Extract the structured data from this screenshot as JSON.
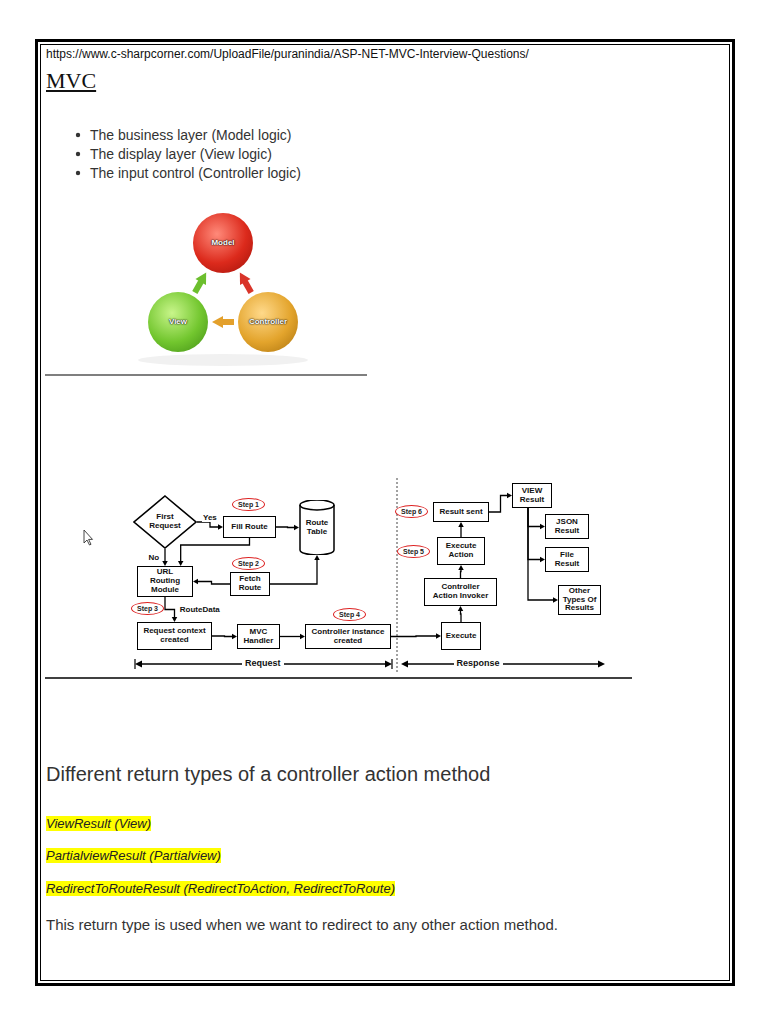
{
  "diagram": {
    "title": "MVC",
    "nodes": [
      {
        "text": [
          "Model"
        ]
      },
      {
        "text": [
          "View"
        ]
      },
      {
        "text": [
          "Controller"
        ]
      },
      {
        "text": [
          "First Request"
        ]
      },
      {
        "text": [
          "Fill Route"
        ]
      },
      {
        "text": [
          "Route Table"
        ]
      },
      {
        "text": [
          "URL Routing Module"
        ]
      },
      {
        "text": [
          "Fetch Route"
        ]
      },
      {
        "text": [
          "Request context created"
        ]
      },
      {
        "text": [
          "MVC Handler"
        ]
      },
      {
        "text": [
          "Controller instance created"
        ]
      },
      {
        "text": [
          "Execute"
        ]
      },
      {
        "text": [
          "Controller Action Invoker"
        ]
      },
      {
        "text": [
          "Execute Action"
        ]
      },
      {
        "text": [
          "Result sent"
        ]
      },
      {
        "text": [
          "VIEW Result"
        ]
      },
      {
        "text": [
          "JSON Result"
        ]
      },
      {
        "text": [
          "File Result"
        ]
      },
      {
        "text": [
          "Other Types Of Results"
        ]
      }
    ],
    "edges": [
      {
        "from": 2,
        "to": 0,
        "arrow": "to"
      },
      {
        "from": 1,
        "to": 0,
        "arrow": "to"
      },
      {
        "from": 2,
        "to": 1,
        "arrow": "to"
      },
      {
        "from": 3,
        "to": 4,
        "label": "Yes",
        "arrow": "to"
      },
      {
        "from": 3,
        "to": 6,
        "label": "No",
        "arrow": "to"
      },
      {
        "from": 4,
        "to": 5,
        "arrow": "to"
      },
      {
        "from": 4,
        "to": 6,
        "arrow": "to"
      },
      {
        "from": 7,
        "to": 6,
        "arrow": "to"
      },
      {
        "from": 7,
        "to": 5,
        "arrow": "to"
      },
      {
        "from": 6,
        "to": 8,
        "label": "RouteData",
        "arrow": "to"
      },
      {
        "from": 8,
        "to": 9,
        "arrow": "to"
      },
      {
        "from": 9,
        "to": 10,
        "arrow": "to"
      },
      {
        "from": 10,
        "to": 11,
        "arrow": "to"
      },
      {
        "from": 11,
        "to": 12,
        "arrow": "to"
      },
      {
        "from": 12,
        "to": 13,
        "arrow": "to"
      },
      {
        "from": 13,
        "to": 14,
        "arrow": "to"
      },
      {
        "from": 14,
        "to": 15,
        "arrow": "to"
      },
      {
        "from": 15,
        "to": 16,
        "arrow": "to"
      },
      {
        "from": 15,
        "to": 17,
        "arrow": "to"
      },
      {
        "from": 15,
        "to": 18,
        "arrow": "to"
      }
    ],
    "labels": [
      "https://www.c-sharpcorner.com/UploadFile/puranindia/ASP-NET-MVC-Interview-Questions/",
      "The business layer (Model logic)",
      "The display layer (View logic)",
      "The input control (Controller logic)",
      "Step 1",
      "Step 2",
      "Step 3",
      "Step 4",
      "Step 5",
      "Step 6",
      "Request",
      "Response",
      "Different return types of a controller action method",
      "ViewResult (View)",
      "PartialviewResult (Partialview)",
      "RedirectToRouteResult (RedirectToAction, RedirectToRoute)",
      "This return type is used when we want to redirect to any other action method."
    ]
  }
}
